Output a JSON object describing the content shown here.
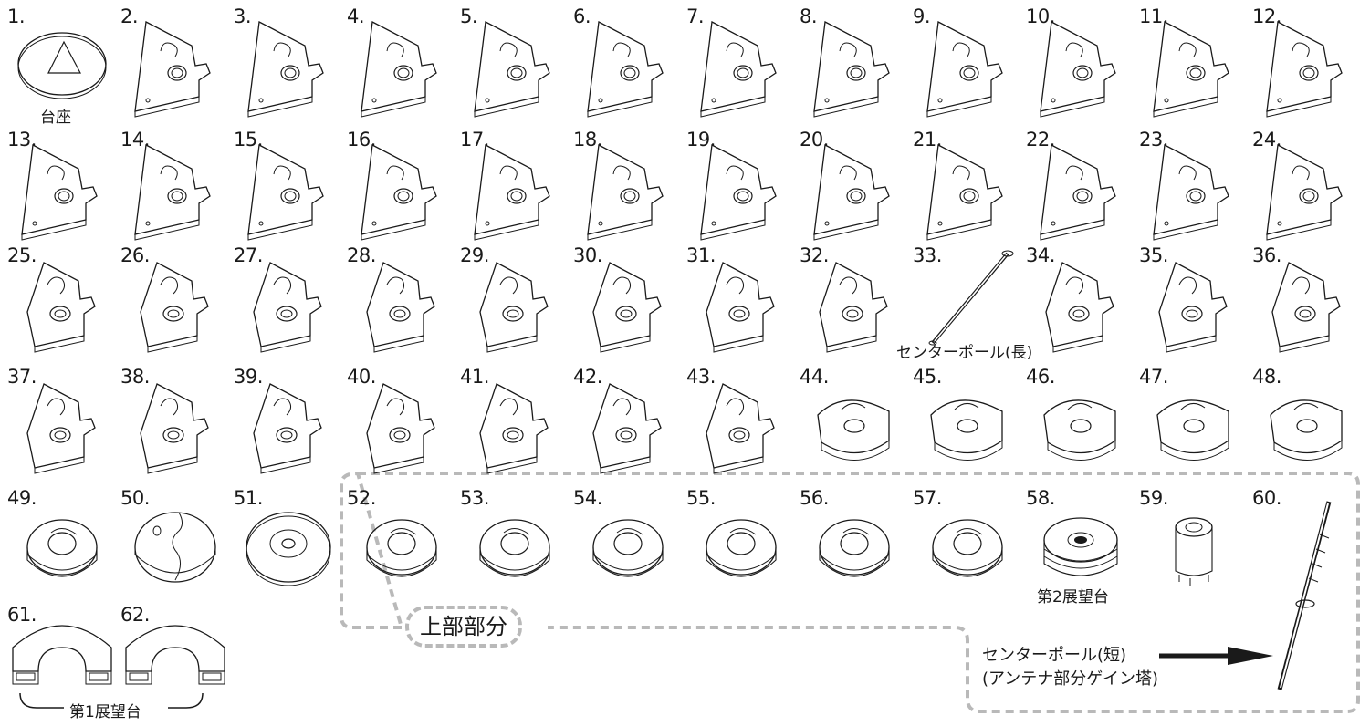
{
  "parts": [
    {
      "n": "1.",
      "shape": "base"
    },
    {
      "n": "2.",
      "shape": "wedge"
    },
    {
      "n": "3.",
      "shape": "wedge"
    },
    {
      "n": "4.",
      "shape": "wedge"
    },
    {
      "n": "5.",
      "shape": "wedge"
    },
    {
      "n": "6.",
      "shape": "wedge"
    },
    {
      "n": "7.",
      "shape": "wedge"
    },
    {
      "n": "8.",
      "shape": "wedge"
    },
    {
      "n": "9.",
      "shape": "wedge"
    },
    {
      "n": "10.",
      "shape": "wedge"
    },
    {
      "n": "11.",
      "shape": "wedge"
    },
    {
      "n": "12.",
      "shape": "wedge"
    },
    {
      "n": "13.",
      "shape": "wedge"
    },
    {
      "n": "14.",
      "shape": "wedge"
    },
    {
      "n": "15.",
      "shape": "wedge"
    },
    {
      "n": "16.",
      "shape": "wedge"
    },
    {
      "n": "17.",
      "shape": "wedge"
    },
    {
      "n": "18.",
      "shape": "wedge"
    },
    {
      "n": "19.",
      "shape": "wedge"
    },
    {
      "n": "20.",
      "shape": "wedge"
    },
    {
      "n": "21.",
      "shape": "wedge"
    },
    {
      "n": "22.",
      "shape": "wedge"
    },
    {
      "n": "23.",
      "shape": "wedge"
    },
    {
      "n": "24.",
      "shape": "wedge"
    },
    {
      "n": "25.",
      "shape": "piece"
    },
    {
      "n": "26.",
      "shape": "piece"
    },
    {
      "n": "27.",
      "shape": "piece"
    },
    {
      "n": "28.",
      "shape": "piece"
    },
    {
      "n": "29.",
      "shape": "piece"
    },
    {
      "n": "30.",
      "shape": "piece"
    },
    {
      "n": "31.",
      "shape": "piece"
    },
    {
      "n": "32.",
      "shape": "piece"
    },
    {
      "n": "33.",
      "shape": "pole"
    },
    {
      "n": "34.",
      "shape": "piece"
    },
    {
      "n": "35.",
      "shape": "piece"
    },
    {
      "n": "36.",
      "shape": "piece"
    },
    {
      "n": "37.",
      "shape": "piece"
    },
    {
      "n": "38.",
      "shape": "piece"
    },
    {
      "n": "39.",
      "shape": "piece"
    },
    {
      "n": "40.",
      "shape": "piece"
    },
    {
      "n": "41.",
      "shape": "piece"
    },
    {
      "n": "42.",
      "shape": "piece"
    },
    {
      "n": "43.",
      "shape": "piece"
    },
    {
      "n": "44.",
      "shape": "round"
    },
    {
      "n": "45.",
      "shape": "round"
    },
    {
      "n": "46.",
      "shape": "round"
    },
    {
      "n": "47.",
      "shape": "round"
    },
    {
      "n": "48.",
      "shape": "round"
    },
    {
      "n": "49.",
      "shape": "ring"
    },
    {
      "n": "50.",
      "shape": "disc-split"
    },
    {
      "n": "51.",
      "shape": "disc"
    },
    {
      "n": "52.",
      "shape": "ring"
    },
    {
      "n": "53.",
      "shape": "ring"
    },
    {
      "n": "54.",
      "shape": "ring"
    },
    {
      "n": "55.",
      "shape": "ring"
    },
    {
      "n": "56.",
      "shape": "ring"
    },
    {
      "n": "57.",
      "shape": "ring"
    },
    {
      "n": "58.",
      "shape": "deck"
    },
    {
      "n": "59.",
      "shape": "cylinder"
    },
    {
      "n": "60.",
      "shape": "antenna"
    },
    {
      "n": "61.",
      "shape": "half"
    },
    {
      "n": "62.",
      "shape": "half"
    }
  ],
  "labels": {
    "base": "台座",
    "long_pole": "センターポール(長)",
    "upper_part": "上部部分",
    "deck2": "第2展望台",
    "deck1": "第1展望台",
    "short_pole_line1": "センターポール(短)",
    "short_pole_line2": "(アンテナ部分ゲイン塔)"
  },
  "colors": {
    "line": "#1a1a1a",
    "dash": "#b9b9b9"
  }
}
